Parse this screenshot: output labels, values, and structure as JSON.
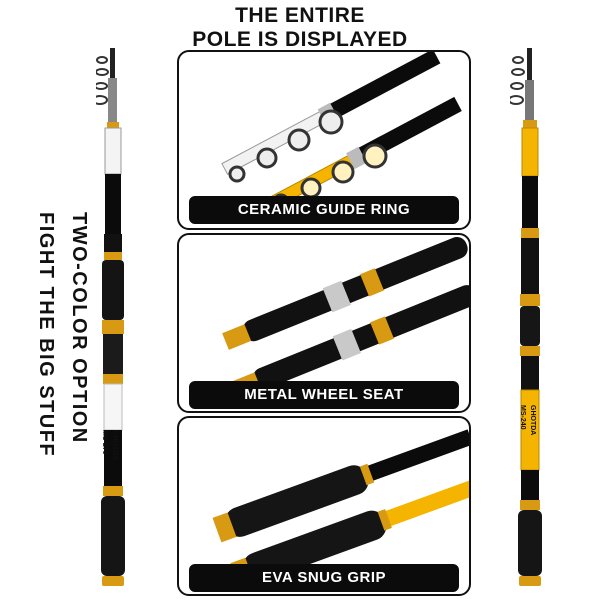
{
  "headline": {
    "line1": "THE ENTIRE",
    "line2": "POLE IS DISPLAYED"
  },
  "side_text": {
    "line1": "TWO-COLOR OPTION",
    "line2": "FIGHT THE BIG STUFF"
  },
  "panels": [
    {
      "label": "CERAMIC GUIDE RING"
    },
    {
      "label": "METAL WHEEL SEAT"
    },
    {
      "label": "EVA SNUG GRIP"
    }
  ],
  "rods": {
    "left": {
      "model": "MS-270",
      "brand": "GHOTDA",
      "accent": "#ffffff"
    },
    "right": {
      "model": "MS-240",
      "brand": "GHOTDA",
      "accent": "#f5b400"
    }
  },
  "colors": {
    "gold": "#d79a12",
    "black": "#0b0b0b",
    "yellow": "#f5b400",
    "silver": "#c9c9c9"
  }
}
